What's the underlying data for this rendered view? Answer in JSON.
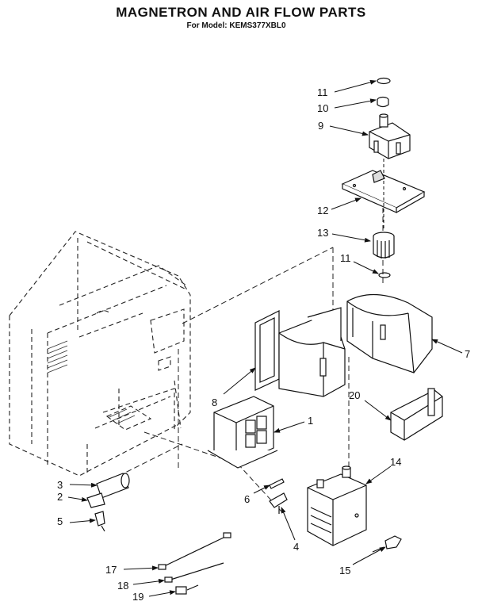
{
  "header": {
    "title": "MAGNETRON AND AIR FLOW PARTS",
    "subtitle": "For Model: KEMS377XBL0"
  },
  "callouts": [
    {
      "id": "c11a",
      "label": "11",
      "part": "ring-washer-top"
    },
    {
      "id": "c10",
      "label": "10",
      "part": "cap-nut"
    },
    {
      "id": "c9",
      "label": "9",
      "part": "fan-motor"
    },
    {
      "id": "c12",
      "label": "12",
      "part": "motor-bracket"
    },
    {
      "id": "c13",
      "label": "13",
      "part": "fan-blade"
    },
    {
      "id": "c11b",
      "label": "11",
      "part": "ring-washer-bottom"
    },
    {
      "id": "c7",
      "label": "7",
      "part": "air-duct"
    },
    {
      "id": "c8",
      "label": "8",
      "part": "transformer-cover"
    },
    {
      "id": "c1",
      "label": "1",
      "part": "transformer"
    },
    {
      "id": "c20",
      "label": "20",
      "part": "mounting-bracket"
    },
    {
      "id": "c14",
      "label": "14",
      "part": "magnetron"
    },
    {
      "id": "c3",
      "label": "3",
      "part": "capacitor"
    },
    {
      "id": "c2",
      "label": "2",
      "part": "capacitor-clamp"
    },
    {
      "id": "c5",
      "label": "5",
      "part": "diode"
    },
    {
      "id": "c6",
      "label": "6",
      "part": "fuse"
    },
    {
      "id": "c4",
      "label": "4",
      "part": "fuse-holder"
    },
    {
      "id": "c17",
      "label": "17",
      "part": "wire-harness-long"
    },
    {
      "id": "c18",
      "label": "18",
      "part": "wire-harness"
    },
    {
      "id": "c19",
      "label": "19",
      "part": "connector-wire"
    },
    {
      "id": "c15",
      "label": "15",
      "part": "thermal-cutout"
    }
  ]
}
